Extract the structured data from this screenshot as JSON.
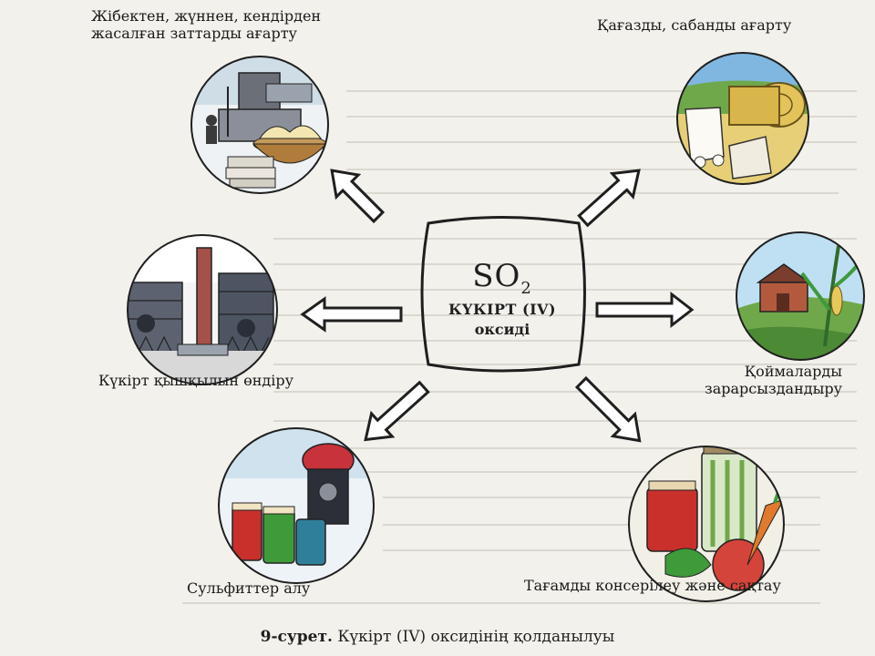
{
  "center": {
    "formula_main": "SO",
    "formula_sub": "2",
    "name_line1": "КҮКІРТ (IV)",
    "name_line2": "оксиді"
  },
  "applications": {
    "silk_line1": "Жібектен, жүннен, кендірден",
    "silk_line2": "жасалған заттарды ағарту",
    "paper": "Қағазды, сабанды ағарту",
    "acid": "Күкірт қышқылын өндіру",
    "storage_line1": "Қоймаларды",
    "storage_line2": "зарарсыздандыру",
    "sulfite": "Сульфиттер алу",
    "canning": "Тағамды консерілеу және сақтау"
  },
  "caption": {
    "number": "9-сурет.",
    "text": " Күкірт (IV) оксидінің қолданылуы"
  },
  "colors": {
    "ink": "#1f1f1f",
    "arrow_fill": "#ffffff",
    "page": "#f3f1ec",
    "sky_blue": "#7fb7e0",
    "grass_green": "#6fa84a",
    "hay_yellow": "#e3c35a",
    "jar_red": "#c9302c",
    "jar_green": "#3f9a3a"
  },
  "icons": [
    "textile-bleaching-illustration",
    "paper-hay-illustration",
    "factory-illustration",
    "barn-farm-illustration",
    "sulfite-jars-illustration",
    "canned-food-illustration"
  ]
}
